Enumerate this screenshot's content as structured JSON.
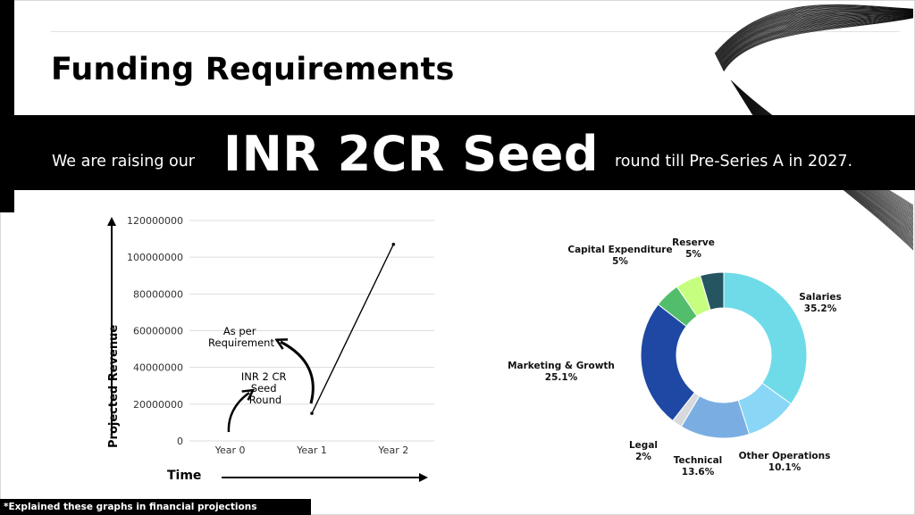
{
  "slide": {
    "title": "Funding Requirements",
    "banner_pre": "We are raising our",
    "banner_big": "INR 2CR Seed",
    "banner_post": "round till Pre-Series A in 2027.",
    "footnote": "*Explained these graphs in financial projections"
  },
  "chart_data": [
    {
      "type": "line",
      "title": "",
      "xlabel": "Time",
      "ylabel": "Projected Revenue",
      "categories": [
        "Year 0",
        "Year 1",
        "Year 2"
      ],
      "y_ticks": [
        "0",
        "20000000",
        "40000000",
        "60000000",
        "80000000",
        "100000000",
        "120000000"
      ],
      "ylim": [
        0,
        120000000
      ],
      "grid": true,
      "series": [
        {
          "values": [
            null,
            15000000,
            107000000
          ]
        }
      ],
      "annotations": [
        {
          "lines": [
            "INR 2 CR",
            "Seed",
            "Round"
          ]
        },
        {
          "lines": [
            "As per",
            "Requirement"
          ]
        }
      ],
      "colors": {
        "line": "#000000",
        "grid": "#dddddd"
      }
    },
    {
      "type": "pie",
      "style": "donut",
      "title": "",
      "slices": [
        {
          "label": "Salaries",
          "percent_label": "35.2%",
          "value": 35.2,
          "color": "#6fdbe8"
        },
        {
          "label": "Other Operations",
          "percent_label": "10.1%",
          "value": 10.1,
          "color": "#8ad6f6"
        },
        {
          "label": "Technical",
          "percent_label": "13.6%",
          "value": 13.6,
          "color": "#7aaee2"
        },
        {
          "label": "Legal",
          "percent_label": "2%",
          "value": 2,
          "color": "#d7d9dc"
        },
        {
          "label": "Marketing & Growth",
          "percent_label": "25.1%",
          "value": 25.1,
          "color": "#1e48a4"
        },
        {
          "label": "Capital Expenditure",
          "percent_label": "5%",
          "value": 5,
          "color": "#52be6c"
        },
        {
          "label": "Reserve",
          "percent_label": "5%",
          "value": 5,
          "color": "#c6ff80"
        },
        {
          "label": "",
          "percent_label": "",
          "value": 4.6,
          "color": "#245560"
        }
      ]
    }
  ]
}
